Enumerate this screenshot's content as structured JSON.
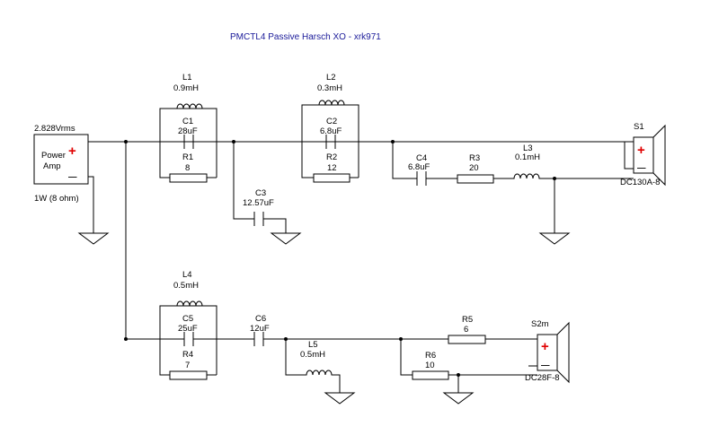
{
  "title": "PMCTL4  Passive Harsch XO  - xrk971",
  "source": {
    "voltage": "2.828Vrms",
    "label_line1": "Power",
    "label_line2": "Amp",
    "power": "1W (8 ohm)",
    "plus": "+",
    "minus": "—"
  },
  "components": {
    "L1": {
      "name": "L1",
      "value": "0.9mH"
    },
    "C1": {
      "name": "C1",
      "value": "28uF"
    },
    "R1": {
      "name": "R1",
      "value": "8"
    },
    "L2": {
      "name": "L2",
      "value": "0.3mH"
    },
    "C2": {
      "name": "C2",
      "value": "6.8uF"
    },
    "R2": {
      "name": "R2",
      "value": "12"
    },
    "C3": {
      "name": "C3",
      "value": "12.57uF"
    },
    "C4": {
      "name": "C4",
      "value": "6.8uF"
    },
    "R3": {
      "name": "R3",
      "value": "20"
    },
    "L3": {
      "name": "L3",
      "value": "0.1mH"
    },
    "L4": {
      "name": "L4",
      "value": "0.5mH"
    },
    "C5": {
      "name": "C5",
      "value": "25uF"
    },
    "R4": {
      "name": "R4",
      "value": "7"
    },
    "C6": {
      "name": "C6",
      "value": "12uF"
    },
    "L5": {
      "name": "L5",
      "value": "0.5mH"
    },
    "R5": {
      "name": "R5",
      "value": "6"
    },
    "R6": {
      "name": "R6",
      "value": "10"
    }
  },
  "speakers": {
    "S1": {
      "name": "S1",
      "model": "DC130A-8",
      "plus": "+",
      "minus": "—"
    },
    "S2": {
      "name": "S2m",
      "model": "DC28F-8",
      "plus": "+",
      "minus": "—"
    }
  }
}
